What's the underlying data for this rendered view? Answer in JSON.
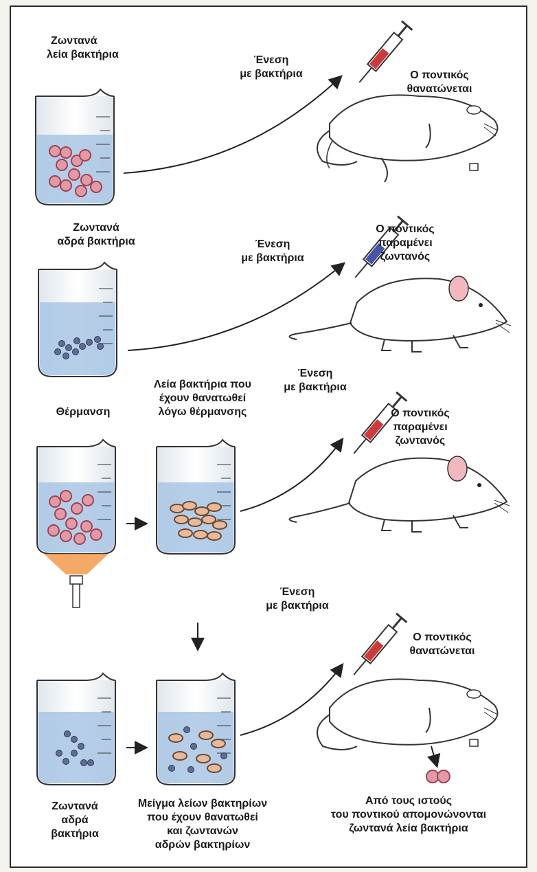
{
  "panels": [
    {
      "beaker_label": [
        "Ζωντανά",
        "λεία βακτήρια"
      ],
      "injection_label": [
        "Ένεση",
        "με βακτήρια"
      ],
      "outcome_label": [
        "Ο ποντικός",
        "θανατώνεται"
      ]
    },
    {
      "beaker_label": [
        "Ζωντανά",
        "αδρά βακτήρια"
      ],
      "injection_label": [
        "Ένεση",
        "με βακτήρια"
      ],
      "outcome_label": [
        "Ο ποντικός",
        "παραμένει",
        "ζωντανός"
      ]
    },
    {
      "heat_label": "Θέρμανση",
      "killed_label": [
        "Λεία βακτήρια που",
        "έχουν θανατωθεί",
        "λόγω θέρμανσης"
      ],
      "injection_label": [
        "Ένεση",
        "με βακτήρια"
      ],
      "outcome_label": [
        "Ο ποντικός",
        "παραμένει",
        "ζωντανός"
      ]
    },
    {
      "injection_label": [
        "Ένεση",
        "με βακτήρια"
      ],
      "outcome_label": [
        "Ο ποντικός",
        "θανατώνεται"
      ],
      "rough_label": [
        "Ζωντανά",
        "αδρά",
        "βακτήρια"
      ],
      "mixture_label": [
        "Μείγμα λείων βακτηρίων",
        "που έχουν θανατωθεί",
        "και ζωντανών",
        "αδρών βακτηρίων"
      ],
      "result_label": [
        "Από τους ιστούς",
        "του ποντικού απομονώνονται",
        "ζωντανά λεία βακτήρια"
      ]
    }
  ],
  "colors": {
    "liquid": "#a9c6e4",
    "smooth_bacteria": "#e39aa6",
    "rough_bacteria": "#5f6d95",
    "killed_bacteria": "#e8b99a",
    "syringe_red": "#cc3b3b",
    "syringe_blue": "#4a54a6",
    "mouse_ear": "#f1b8c0",
    "flame": "#f39a4c"
  }
}
